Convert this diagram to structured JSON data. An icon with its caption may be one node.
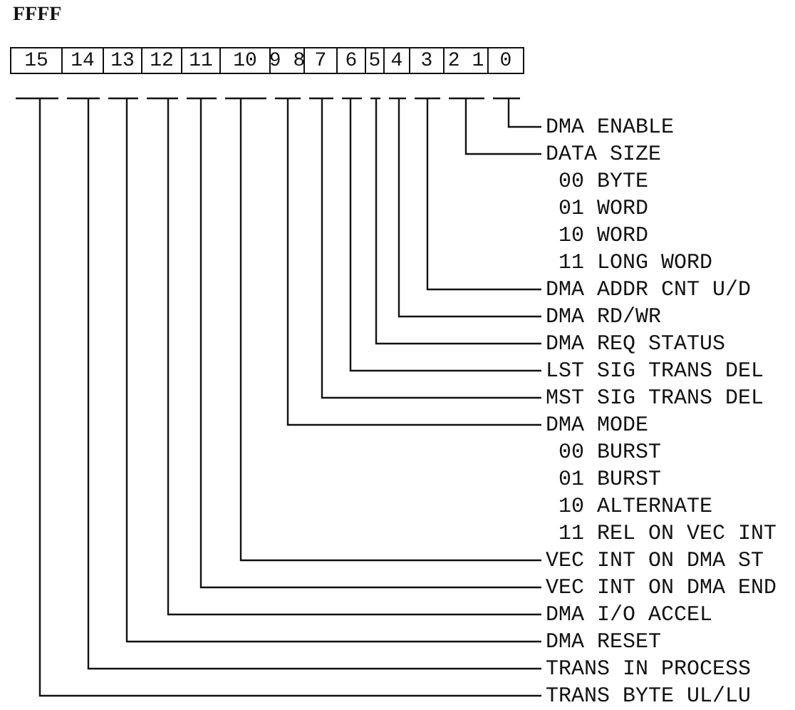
{
  "diagram": {
    "title": "FFFF",
    "nodes": [
      {
        "text": [
          "15"
        ]
      },
      {
        "text": [
          "14"
        ]
      },
      {
        "text": [
          "13"
        ]
      },
      {
        "text": [
          "12"
        ]
      },
      {
        "text": [
          "11"
        ]
      },
      {
        "text": [
          "10"
        ]
      },
      {
        "text": [
          "9 8"
        ]
      },
      {
        "text": [
          "7"
        ]
      },
      {
        "text": [
          "6"
        ]
      },
      {
        "text": [
          "5"
        ]
      },
      {
        "text": [
          "4"
        ]
      },
      {
        "text": [
          "3"
        ]
      },
      {
        "text": [
          "2 1"
        ]
      },
      {
        "text": [
          "0"
        ]
      },
      {
        "text": [
          "DMA ENABLE"
        ]
      },
      {
        "text": [
          "DATA SIZE",
          "00 BYTE",
          "01 WORD",
          "10 WORD",
          "11 LONG WORD"
        ]
      },
      {
        "text": [
          "DMA ADDR CNT U/D"
        ]
      },
      {
        "text": [
          "DMA RD/WR"
        ]
      },
      {
        "text": [
          "DMA REQ STATUS"
        ]
      },
      {
        "text": [
          "LST SIG TRANS DEL"
        ]
      },
      {
        "text": [
          "MST SIG TRANS DEL"
        ]
      },
      {
        "text": [
          "DMA MODE",
          "00 BURST",
          "01 BURST",
          "10 ALTERNATE",
          "11 REL ON VEC INT"
        ]
      },
      {
        "text": [
          "VEC INT ON DMA ST"
        ]
      },
      {
        "text": [
          "VEC INT ON DMA END"
        ]
      },
      {
        "text": [
          "DMA I/O ACCEL"
        ]
      },
      {
        "text": [
          "DMA RESET"
        ]
      },
      {
        "text": [
          "TRANS IN PROCESS"
        ]
      },
      {
        "text": [
          "TRANS BYTE UL/LU"
        ]
      }
    ],
    "edges": [
      {
        "from": 0,
        "to": 27,
        "arrow": "none"
      },
      {
        "from": 1,
        "to": 26,
        "arrow": "none"
      },
      {
        "from": 2,
        "to": 25,
        "arrow": "none"
      },
      {
        "from": 3,
        "to": 24,
        "arrow": "none"
      },
      {
        "from": 4,
        "to": 23,
        "arrow": "none"
      },
      {
        "from": 5,
        "to": 22,
        "arrow": "none"
      },
      {
        "from": 6,
        "to": 21,
        "arrow": "none"
      },
      {
        "from": 7,
        "to": 20,
        "arrow": "none"
      },
      {
        "from": 8,
        "to": 19,
        "arrow": "none"
      },
      {
        "from": 9,
        "to": 18,
        "arrow": "none"
      },
      {
        "from": 10,
        "to": 17,
        "arrow": "none"
      },
      {
        "from": 11,
        "to": 16,
        "arrow": "none"
      },
      {
        "from": 12,
        "to": 15,
        "arrow": "none"
      },
      {
        "from": 13,
        "to": 14,
        "arrow": "none"
      }
    ]
  }
}
